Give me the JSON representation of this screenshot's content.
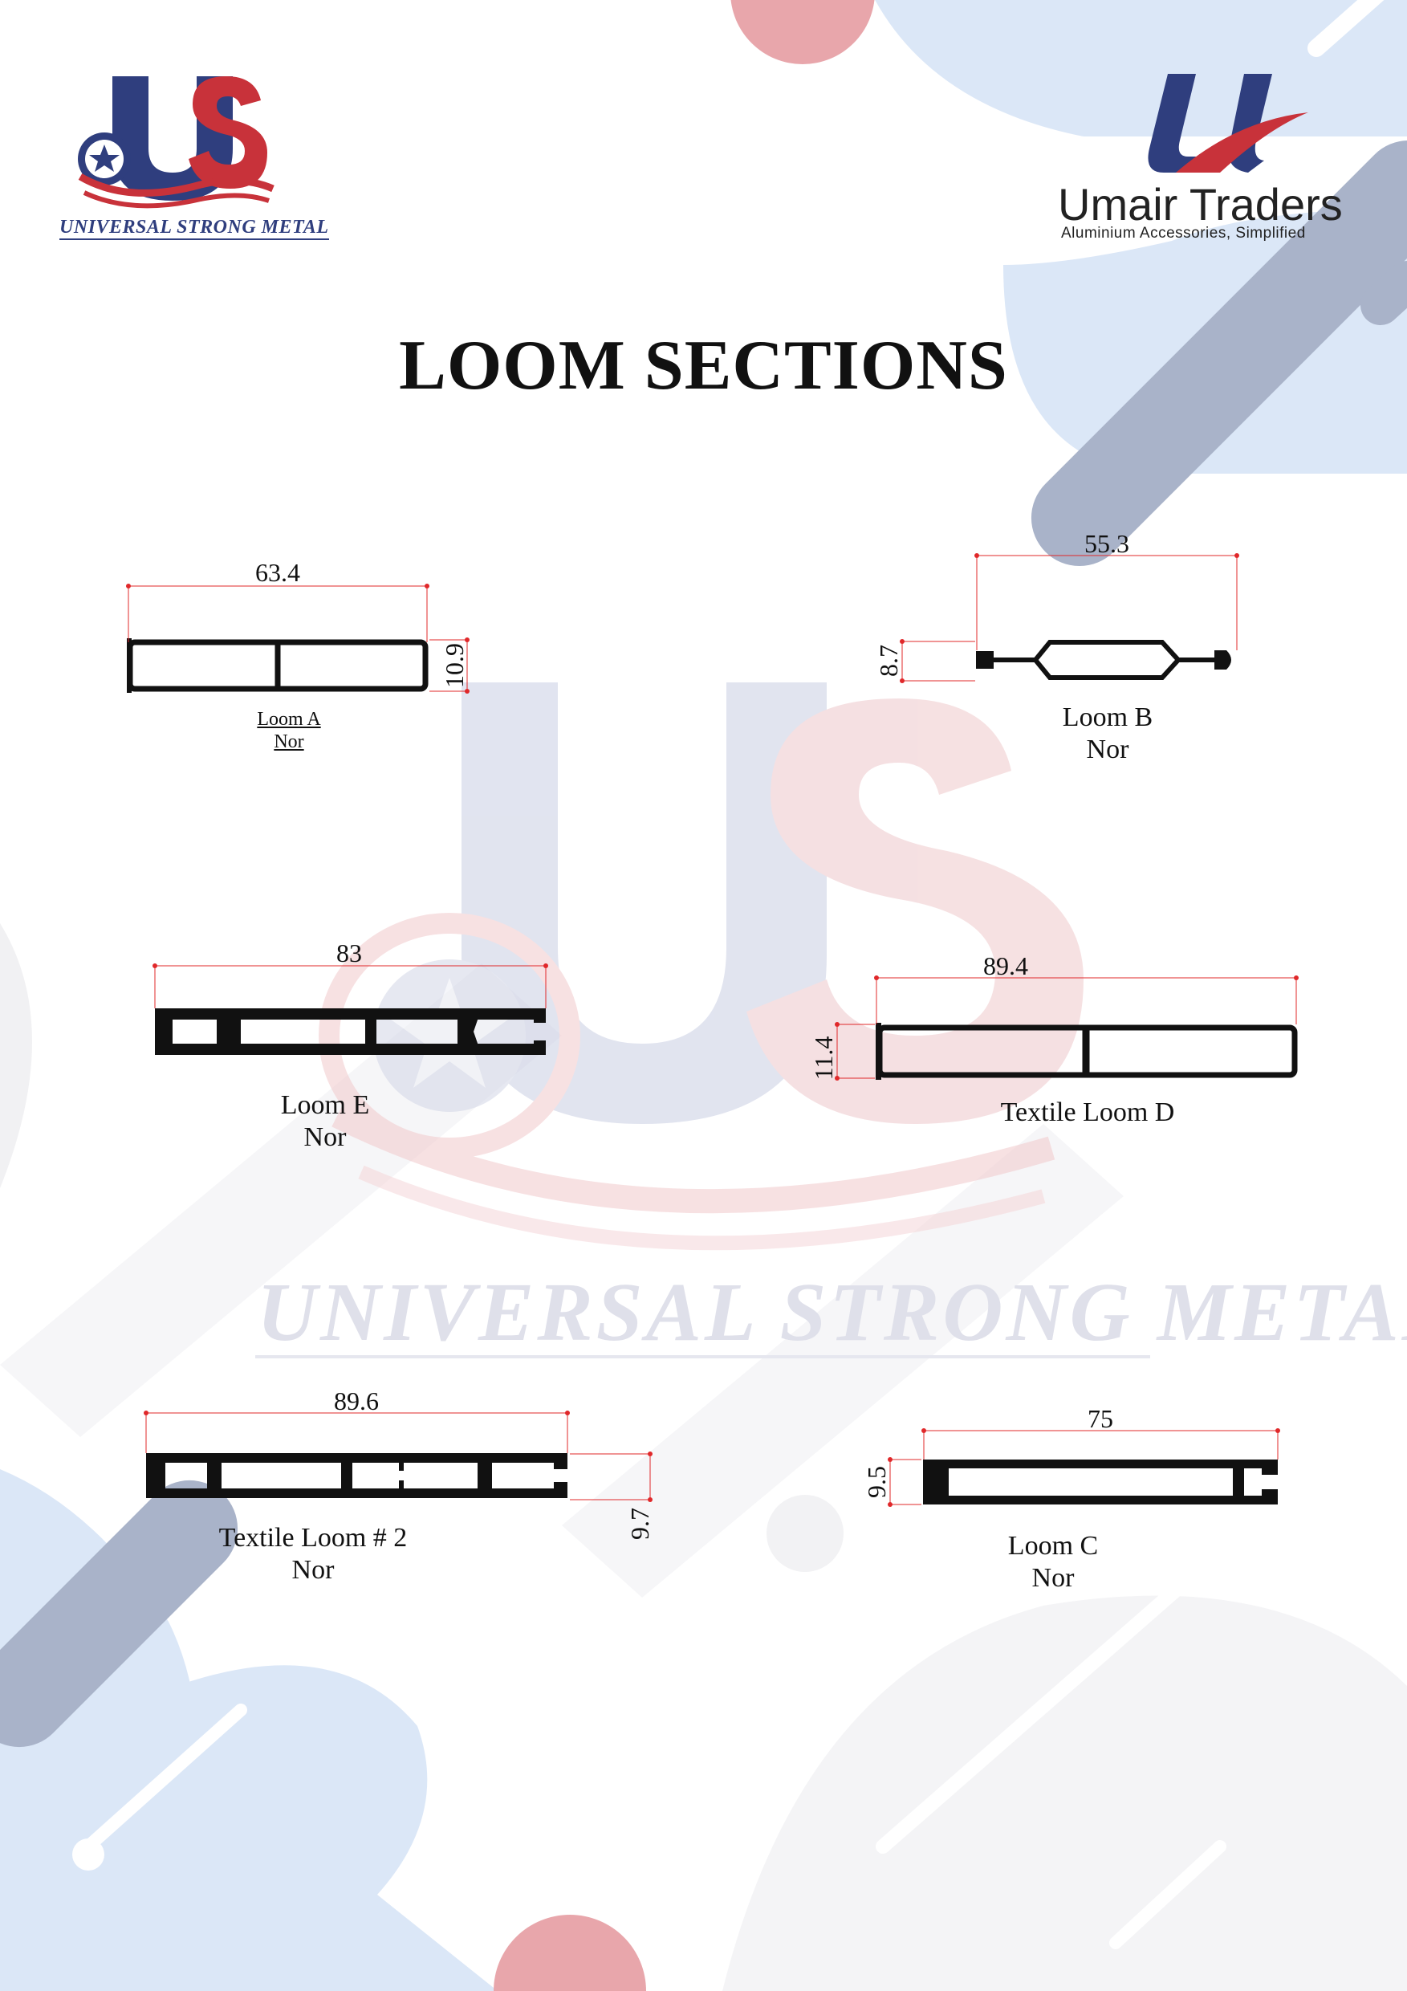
{
  "header": {
    "left_logo": {
      "letters": "US",
      "caption": "UNIVERSAL STRONG METAL"
    },
    "right_logo": {
      "name": "Umair Traders",
      "tagline": "Aluminium Accessories, Simplified"
    }
  },
  "title": "LOOM SECTIONS",
  "watermark": "UNIVERSAL STRONG METAL",
  "colors": {
    "brand_blue": "#2f3e7e",
    "brand_red": "#c8323a",
    "dimension_red": "#e0282a",
    "bg_blue": "#dbe7f7",
    "bg_slate": "#a9b3c9",
    "bg_pink": "#e8a6ab"
  },
  "sections": [
    {
      "id": "loom-a",
      "name": "Loom A",
      "finish": "Nor",
      "width": "63.4",
      "height": "10.9"
    },
    {
      "id": "loom-b",
      "name": "Loom B",
      "finish": "Nor",
      "width": "55.3",
      "height": "8.7"
    },
    {
      "id": "loom-e",
      "name": "Loom E",
      "finish": "Nor",
      "width": "83"
    },
    {
      "id": "textile-loom-d",
      "name": "Textile Loom D",
      "width": "89.4",
      "height": "11.4"
    },
    {
      "id": "textile-loom-2",
      "name": "Textile Loom # 2",
      "finish": "Nor",
      "width": "89.6",
      "height": "9.7"
    },
    {
      "id": "loom-c",
      "name": "Loom C",
      "finish": "Nor",
      "width": "75",
      "height": "9.5"
    }
  ]
}
